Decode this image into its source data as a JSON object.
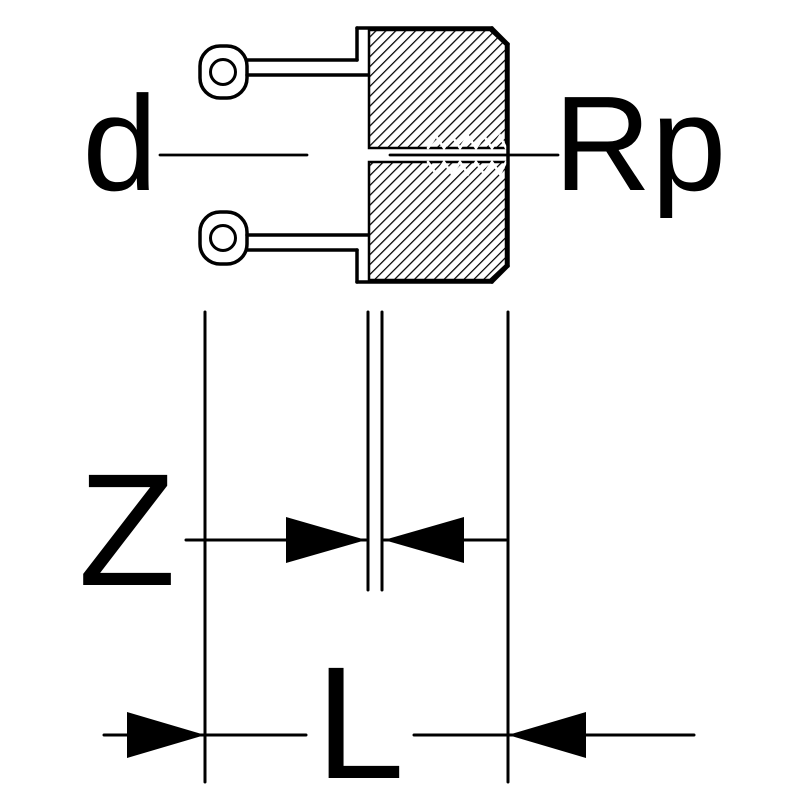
{
  "diagram": {
    "background_color": "#ffffff",
    "ink_color": "#000000",
    "labels": {
      "d": "d",
      "rp": "Rp",
      "z": "Z",
      "l": "L"
    }
  }
}
